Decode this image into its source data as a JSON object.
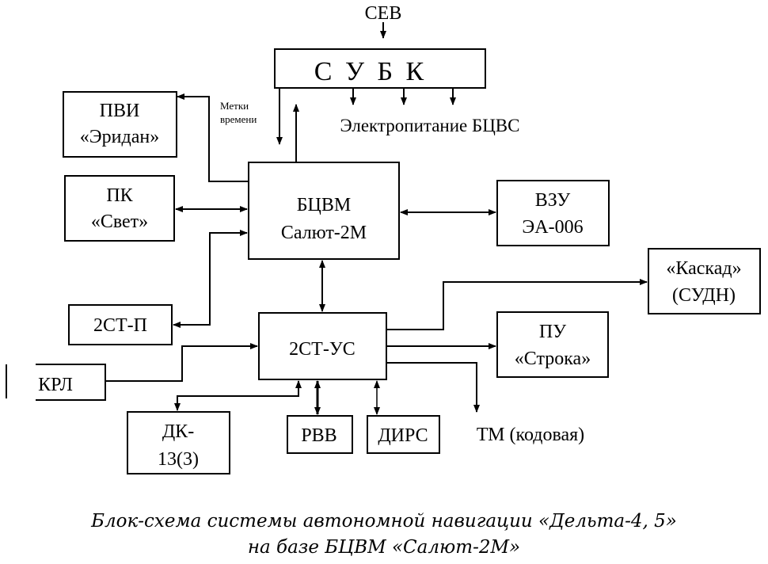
{
  "diagram": {
    "top_input": "СЕВ",
    "subk": "С  У  Б  К",
    "power_label": "Электропитание БЦВС",
    "time_marks": [
      "Метки",
      "времени"
    ],
    "blocks": {
      "pvi": [
        "ПВИ",
        "«Эридан»"
      ],
      "pk": [
        "ПК",
        "«Свет»"
      ],
      "bcvm": [
        "БЦВМ",
        "Салют-2М"
      ],
      "vzu": [
        "ВЗУ",
        "ЭА-006"
      ],
      "kaskad": [
        "«Каскад»",
        "(СУДН)"
      ],
      "st_p": "2СТ-П",
      "st_us": "2СТ-УС",
      "pu": [
        "ПУ",
        "«Строка»"
      ],
      "krl": "КРЛ",
      "dk": [
        "ДК-",
        "13(3)"
      ],
      "rvv": "РВВ",
      "dirs": "ДИРС"
    },
    "tm_label": "ТМ (кодовая)"
  },
  "caption": {
    "line1": "Блок-схема системы автономной навигации «Дельта-4, 5»",
    "line2": "на базе БЦВМ «Салют-2М»"
  }
}
